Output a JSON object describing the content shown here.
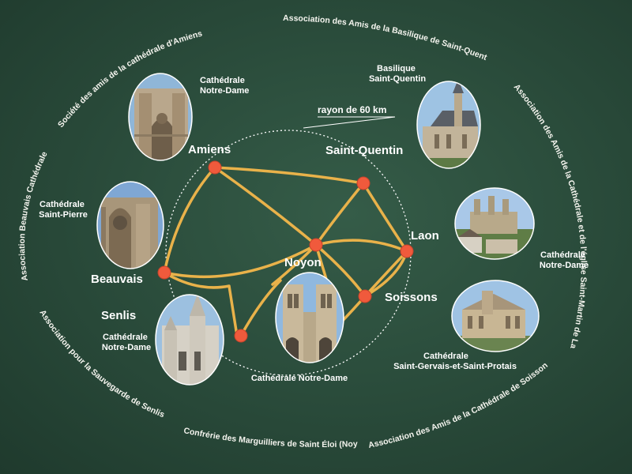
{
  "radius_label": "rayon de 60 km",
  "cities": {
    "amiens": "Amiens",
    "saint_quentin": "Saint-Quentin",
    "laon": "Laon",
    "noyon": "Noyon",
    "beauvais": "Beauvais",
    "soissons": "Soissons",
    "senlis": "Senlis"
  },
  "cathedrals": {
    "amiens": [
      "Cathédrale",
      "Notre-Dame"
    ],
    "saint_quentin": [
      "Basilique",
      "Saint-Quentin"
    ],
    "beauvais": [
      "Cathédrale",
      "Saint-Pierre"
    ],
    "laon": [
      "Cathédrale",
      "Notre-Dame"
    ],
    "senlis": [
      "Cathédrale",
      "Notre-Dame"
    ],
    "noyon": [
      "Cathédrale Notre-Dame"
    ],
    "soissons": [
      "Cathédrale",
      "Saint-Gervais-et-Saint-Protais"
    ]
  },
  "associations": {
    "amiens": "Société des amis de la cathédrale d'Amiens",
    "saint_quentin": "Association des Amis de la Basilique de Saint-Quentin",
    "laon": "Association des Amis de la Cathédrale et de l'église Saint-Martin de Laon",
    "soissons": "Association des Amis de la Cathédrale de Soissons",
    "noyon": "Confrérie des Marguilliers de Saint Éloi (Noyon)",
    "senlis": "Association pour la Sauvegarde de Senlis",
    "beauvais": "Association Beauvais Cathédrale"
  },
  "colors": {
    "background": "#2b4d3c",
    "road": "#e9b24a",
    "node": "#f05a3c",
    "text": "#ffffff"
  }
}
